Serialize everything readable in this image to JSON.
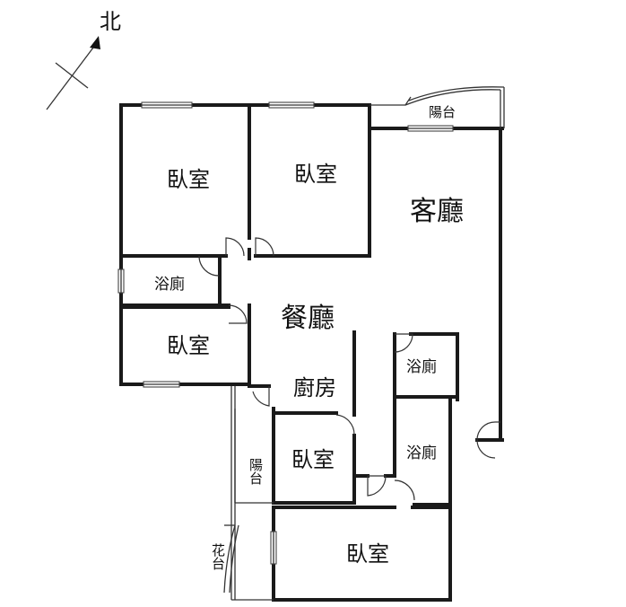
{
  "compass": {
    "label": "北"
  },
  "rooms": {
    "bedroom_nw": "臥室",
    "bedroom_n": "臥室",
    "living_room": "客廳",
    "balcony_top": "陽台",
    "bath_w": "浴廁",
    "dining_room": "餐廳",
    "bedroom_w": "臥室",
    "kitchen": "廚房",
    "bath_e1": "浴廁",
    "bath_e2": "浴廁",
    "bedroom_s": "臥室",
    "bedroom_se": "臥室",
    "balcony_left": "陽台",
    "laundry": "花台"
  }
}
